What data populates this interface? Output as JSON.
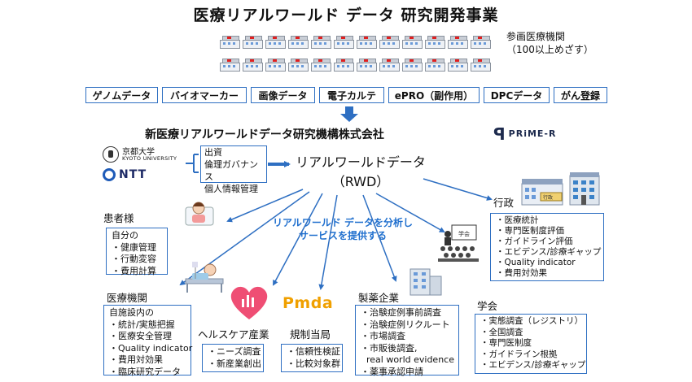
{
  "title": "医療リアルワールド データ 研究開発事業",
  "participating_institutions": {
    "line1": "参画医療機関",
    "line2": "（100以上めざす）"
  },
  "data_types": [
    "ゲノムデータ",
    "バイオマーカー",
    "画像データ",
    "電子カルテ",
    "ePRO（副作用）",
    "DPCデータ",
    "がん登録"
  ],
  "company": {
    "name": "新医療リアルワールドデータ研究機構株式会社",
    "logo_text": "PRiME-R"
  },
  "partners": {
    "kyoto_name": "京都大学",
    "kyoto_en": "KYOTO UNIVERSITY",
    "ntt": "NTT"
  },
  "investment_box": [
    "出資",
    "倫理ガバナンス",
    "個人情報管理"
  ],
  "rwd": {
    "line1": "リアルワールドデータ",
    "line2": "（RWD）"
  },
  "center_message": {
    "line1": "リアルワールド データを分析し",
    "line2": "サービスを提供する"
  },
  "stakeholders": {
    "patient": {
      "heading": "患者様",
      "items": [
        "自分の",
        "・健康管理",
        "・行動変容",
        "・費用計算"
      ]
    },
    "medical": {
      "heading": "医療機関",
      "items": [
        "自施設内の",
        "・統計/実態把握",
        "・医療安全管理",
        "・Quality indicator",
        "・費用対効果",
        "・臨床研究データ"
      ]
    },
    "healthcare": {
      "heading": "ヘルスケア産業",
      "items": [
        "・ニーズ調査",
        "・新産業創出"
      ]
    },
    "regulator": {
      "heading": "規制当局",
      "logo": "Pmda",
      "items": [
        "・信頼性検証",
        "・比較対象群"
      ]
    },
    "pharma": {
      "heading": "製薬企業",
      "items": [
        "・治験症例事前調査",
        "・治験症例リクルート",
        "・市場調査",
        "・市販後調査,",
        "  real world evidence",
        "・薬事承認申請"
      ]
    },
    "government": {
      "heading": "行政",
      "items": [
        "・医療統計",
        "・専門医制度評価",
        "・ガイドライン評価",
        "・エビデンス/診療ギャップ",
        "・Quality indicator",
        "・費用対効果"
      ]
    },
    "academia": {
      "heading": "学会",
      "items": [
        "・実態調査（レジストリ）",
        "・全国調査",
        "・専門医制度",
        "・ガイドライン根拠",
        "・エビデンス/診療ギャップ"
      ]
    }
  },
  "colors": {
    "accent_blue": "#2e6fc2",
    "message_blue": "#1f6fce",
    "heart_pink": "#ef4e74",
    "pmda_blue": "#1e4fb0",
    "pmda_orange": "#f0a000"
  }
}
